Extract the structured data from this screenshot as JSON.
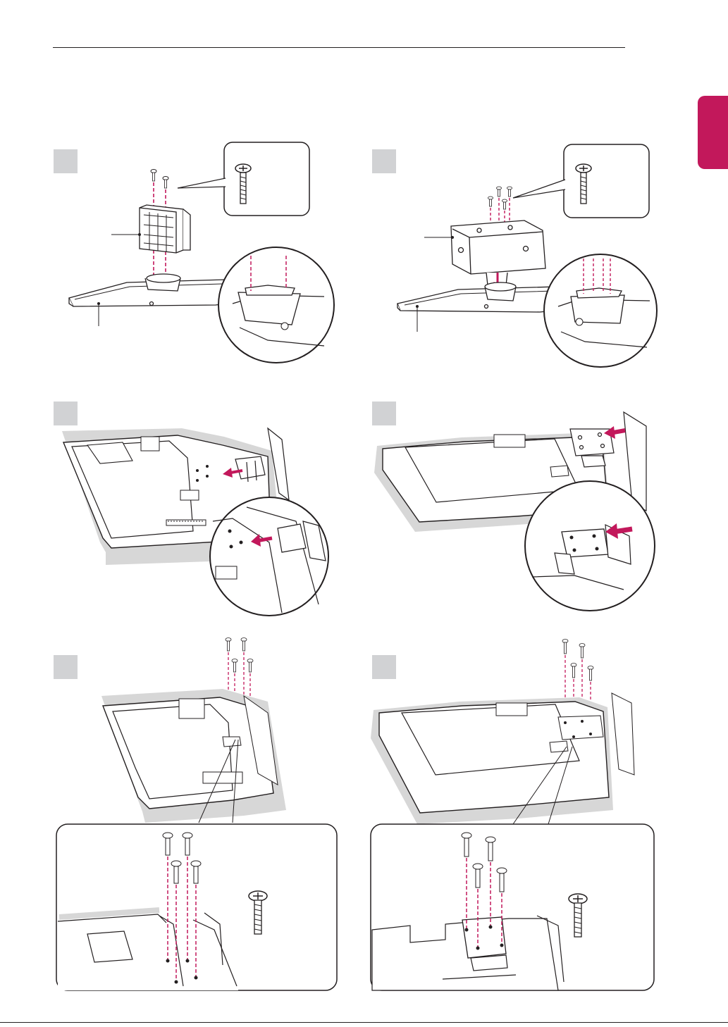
{
  "colors": {
    "accent": "#c2185b",
    "guide": "#c2185b",
    "line": "#231f20",
    "stepbox": "#d1d2d4",
    "shadow": "#d7d7d7"
  },
  "steps": [
    {
      "id": "step-1a",
      "label": ""
    },
    {
      "id": "step-1b",
      "label": ""
    },
    {
      "id": "step-2a",
      "label": ""
    },
    {
      "id": "step-2b",
      "label": ""
    },
    {
      "id": "step-3a",
      "label": ""
    },
    {
      "id": "step-3b",
      "label": ""
    }
  ],
  "icons": [
    "screw-icon",
    "stand-body-illustration",
    "stand-base-illustration",
    "tv-back-illustration",
    "insert-arrow-icon",
    "magnifier-circle"
  ]
}
